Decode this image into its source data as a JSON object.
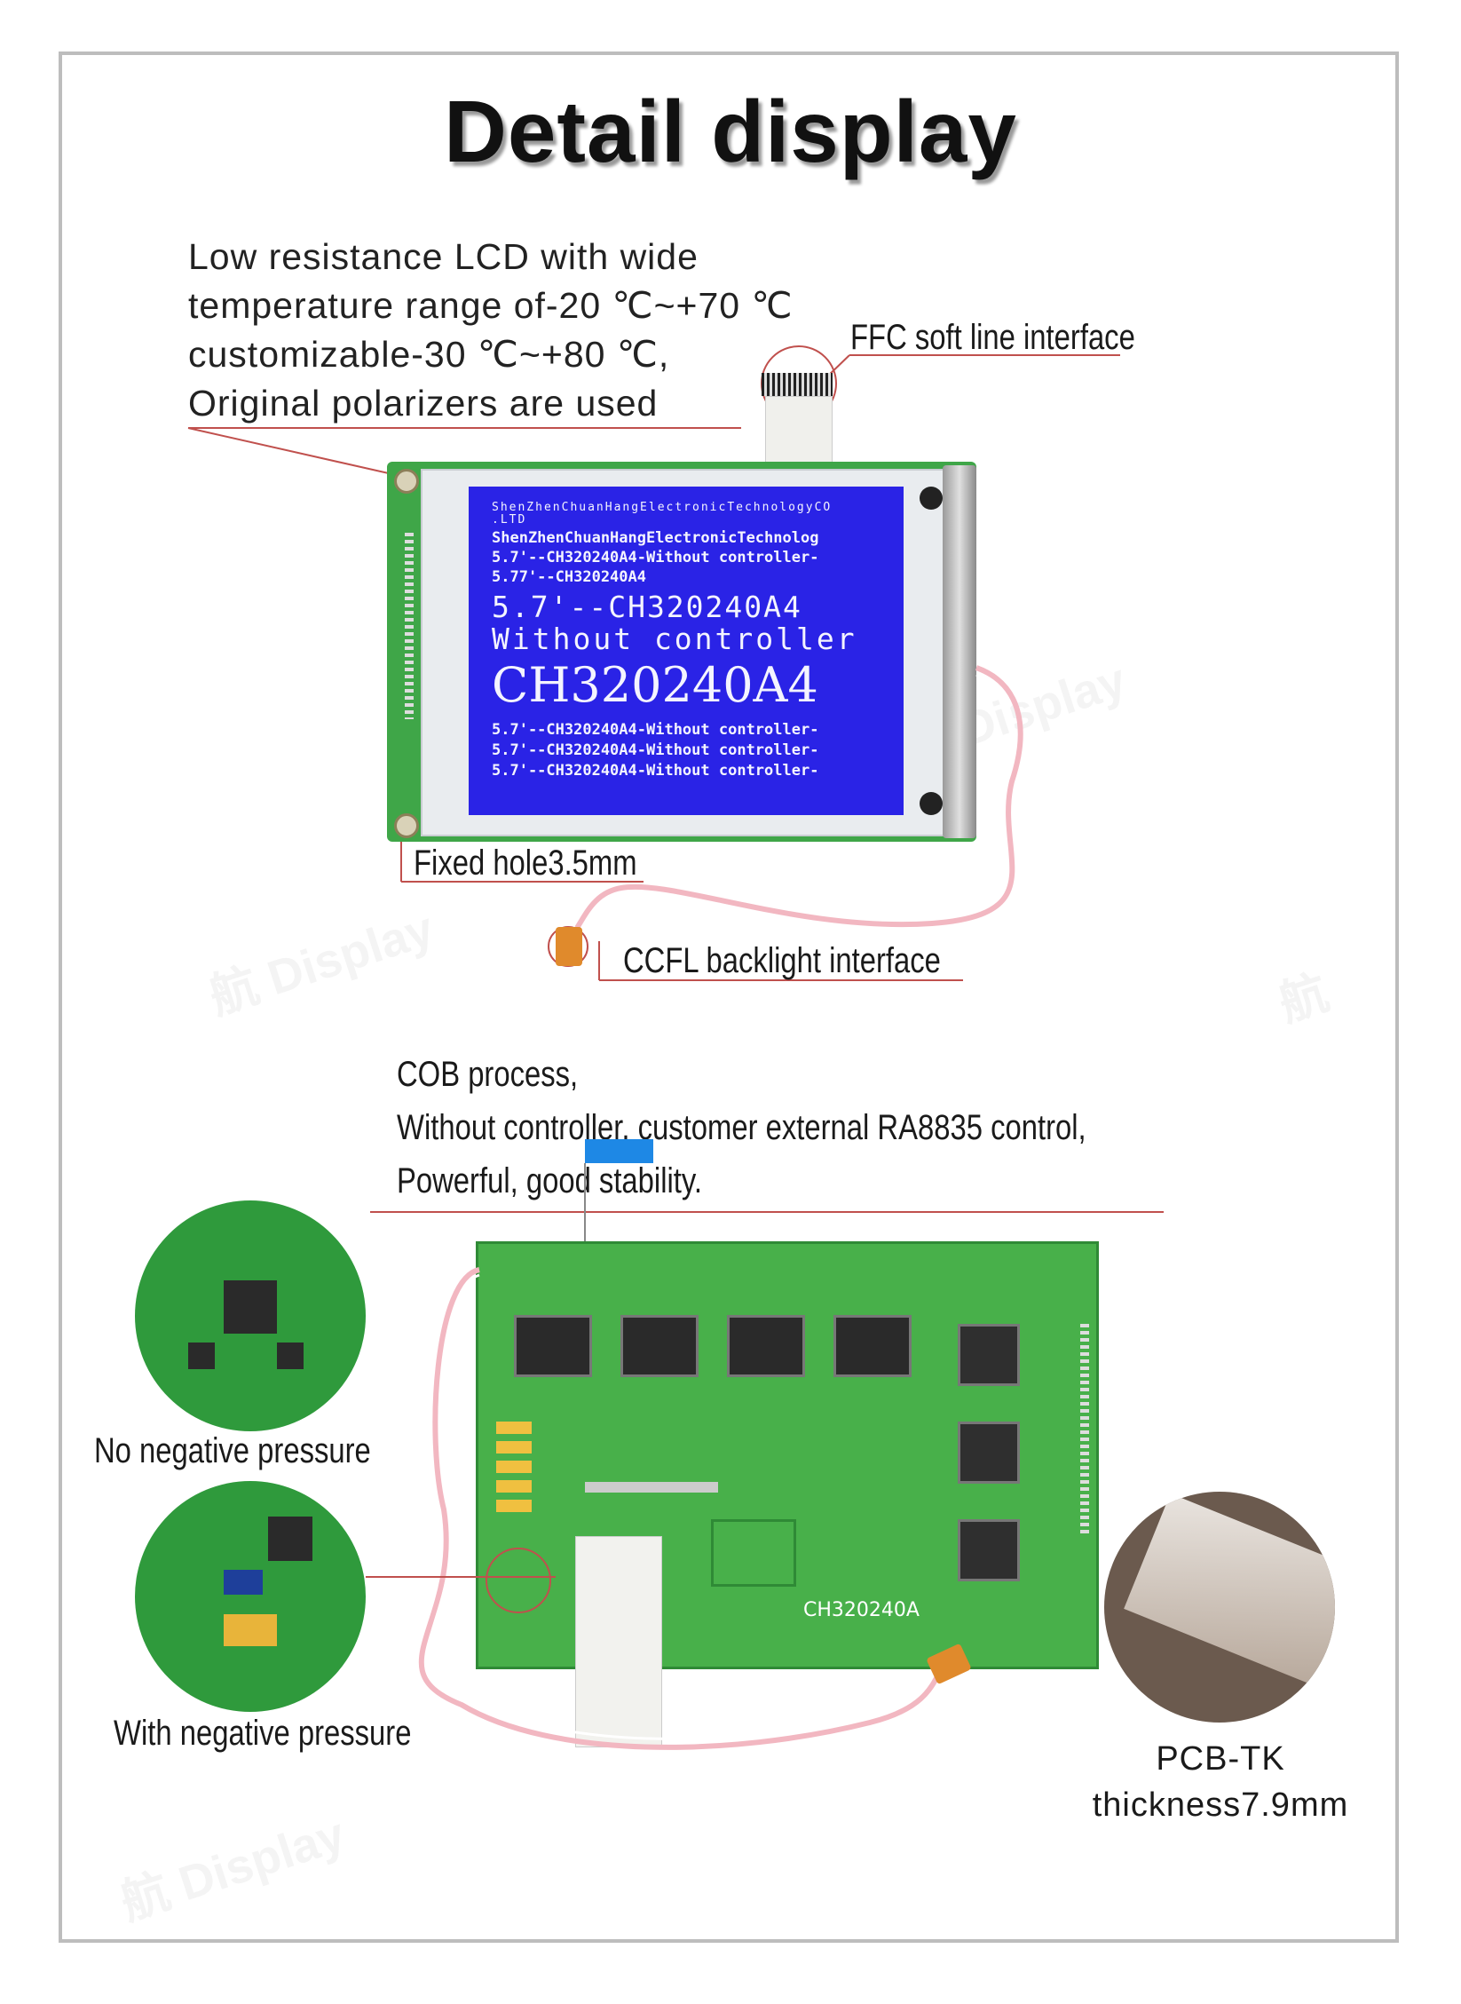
{
  "title": "Detail display",
  "intro": {
    "lines": [
      "Low resistance LCD with wide",
      "temperature range of-20 ℃~+70 ℃",
      "customizable-30 ℃~+80 ℃,",
      "Original polarizers are used"
    ]
  },
  "labels": {
    "ffc": "FFC soft line interface",
    "fixed_hole": "Fixed hole3.5mm",
    "ccfl": "CCFL backlight interface",
    "no_negative": "No negative pressure",
    "with_negative": "With negative pressure",
    "pcb_tk_1": "PCB-TK",
    "pcb_tk_2": "thickness7.9mm"
  },
  "cob": {
    "lines": [
      "COB process,",
      "Without controller, customer external RA8835 control,",
      "Powerful, good stability."
    ]
  },
  "lcd_screen": {
    "line1": "ShenZhenChuanHangElectronicTechnologyCO",
    "line2": ".LTD",
    "line3": "ShenZhenChuanHangElectronicTechnolog",
    "line4": "5.7'--CH320240A4-Without controller-",
    "line5": "5.77'--CH320240A4",
    "line6": "5.7'--CH320240A4",
    "line7": "Without controller",
    "line8": "CH320240A4",
    "line9": "5.7'--CH320240A4-Without controller-",
    "line10": "5.7'--CH320240A4-Without controller-",
    "line11": "5.7'--CH320240A4-Without controller-"
  },
  "pcb_board": {
    "label": "CH320240A"
  },
  "colors": {
    "annotation_line": "#c0504d",
    "lcd_blue": "#2a23e6",
    "pcb_green": "#48b04a",
    "highlight_blue": "#1e88e5"
  }
}
